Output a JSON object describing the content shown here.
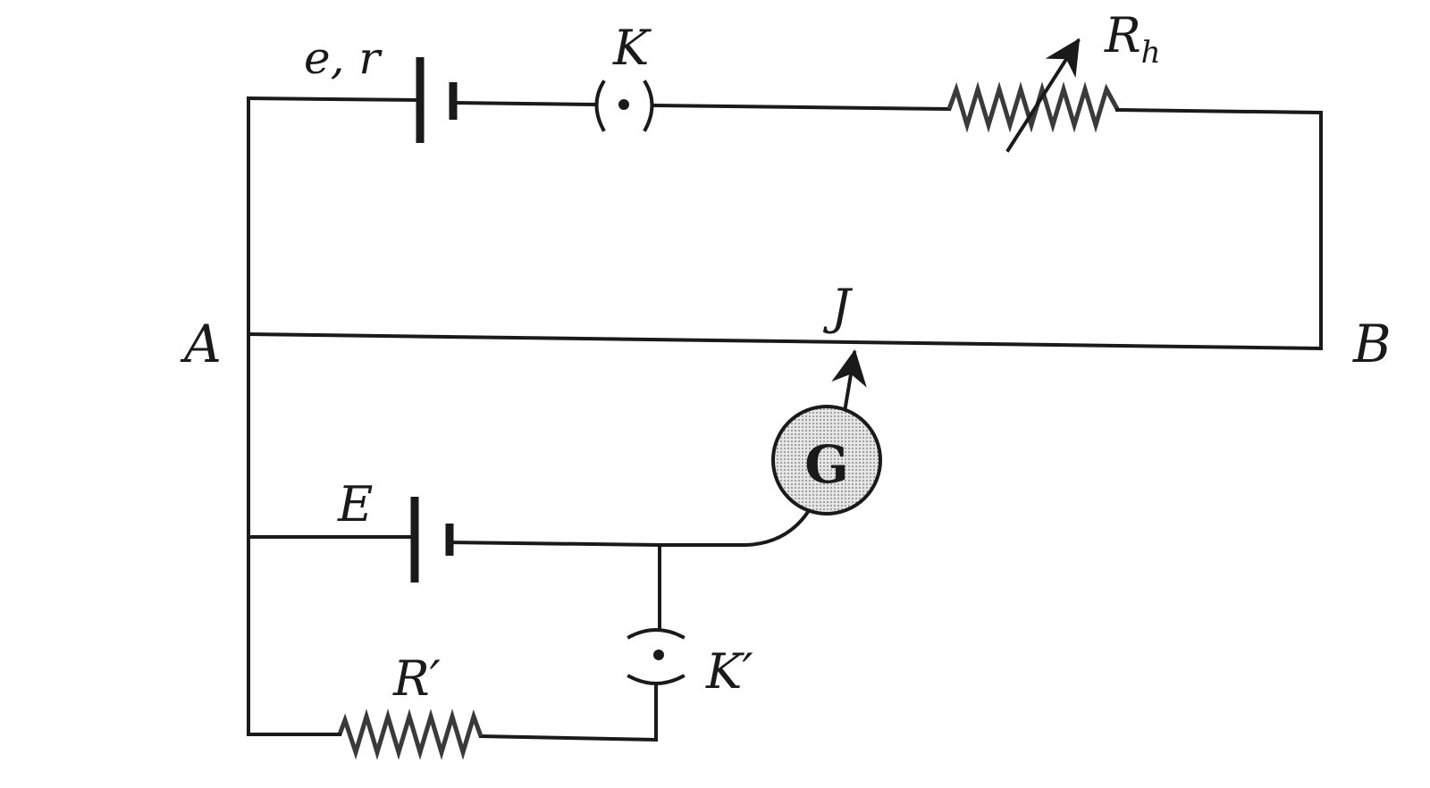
{
  "labels": {
    "battery_top": "e, r",
    "key_top": "K",
    "rheostat_main": "R",
    "rheostat_sub": "h",
    "point_a": "A",
    "point_b": "B",
    "jockey": "J",
    "galvanometer": "G",
    "cell_bottom": "E",
    "resistor_bottom": "R′",
    "key_bottom": "K′"
  },
  "colors": {
    "ink": "#1a1a1a",
    "galvanometer_fill": "#cfcfcf"
  }
}
